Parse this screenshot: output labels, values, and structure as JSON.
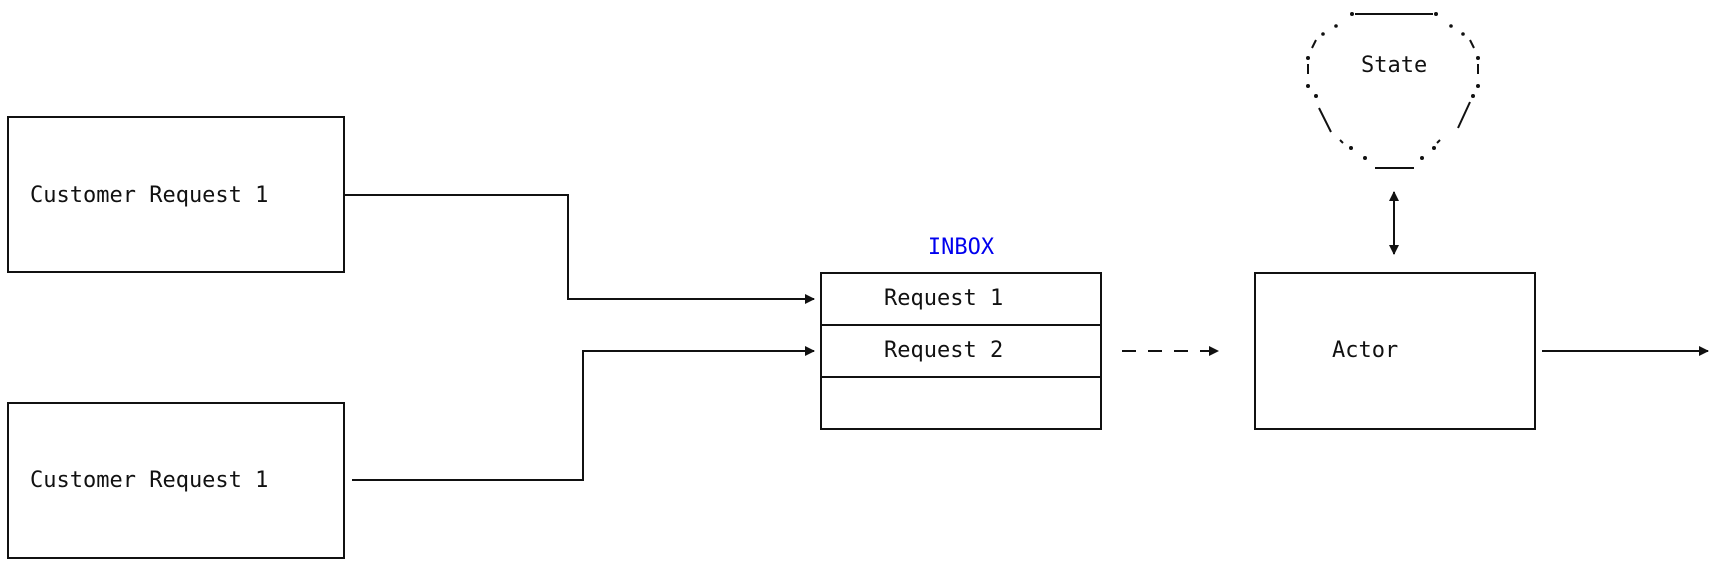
{
  "diagram": {
    "customer_top": {
      "label": "Customer Request 1"
    },
    "customer_bottom": {
      "label": "Customer Request 1"
    },
    "inbox": {
      "title": "INBOX",
      "title_color": "#0000ee",
      "slots": [
        "Request 1",
        "Request 2",
        ""
      ]
    },
    "actor": {
      "label": "Actor"
    },
    "state": {
      "label": "State"
    }
  },
  "colors": {
    "stroke": "#111111",
    "background": "#ffffff"
  }
}
